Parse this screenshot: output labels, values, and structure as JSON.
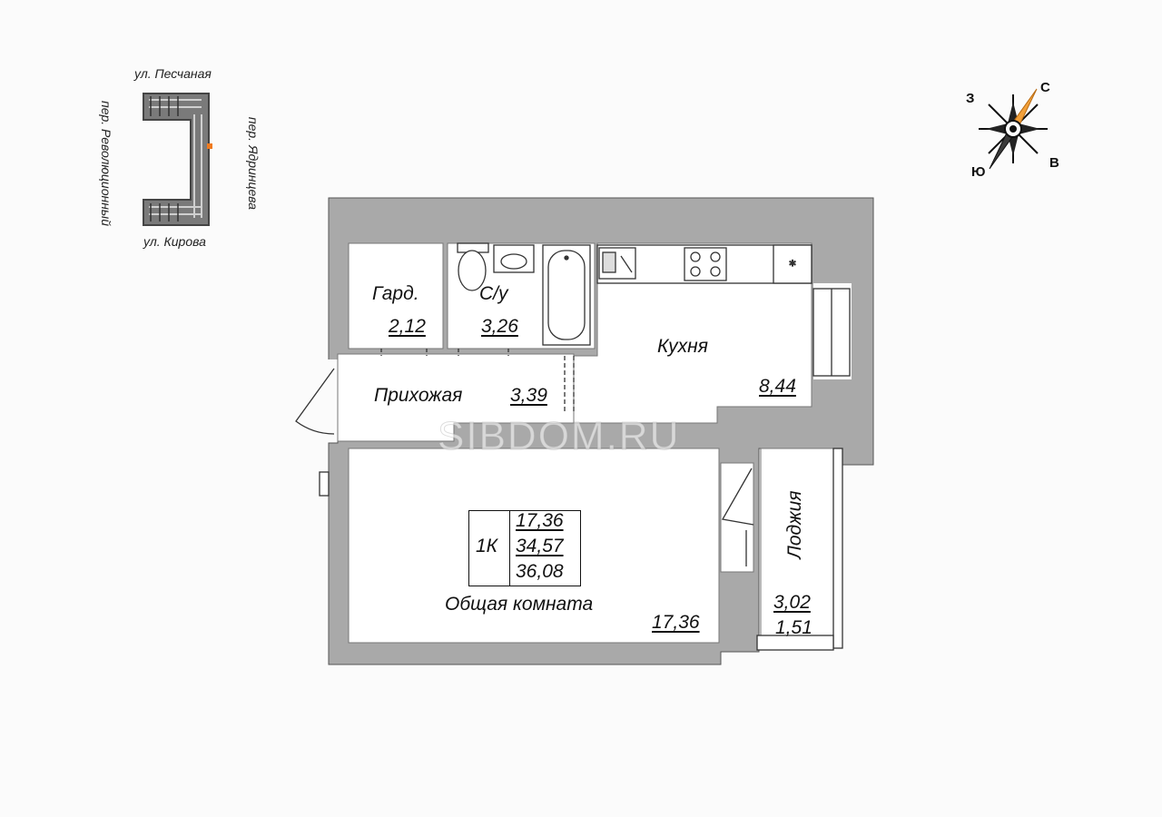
{
  "streets": {
    "north": "ул. Песчаная",
    "south": "ул. Кирова",
    "west": "пер. Революционный",
    "east": "пер. Ядринцева"
  },
  "compass": {
    "north": "С",
    "east": "В",
    "south": "Ю",
    "west": "З"
  },
  "watermark": "SIBDOM.RU",
  "rooms": {
    "wardrobe": {
      "name": "Гард.",
      "area": "2,12"
    },
    "bathroom": {
      "name": "С/у",
      "area": "3,26"
    },
    "kitchen": {
      "name": "Кухня",
      "area": "8,44"
    },
    "hallway": {
      "name": "Прихожая",
      "area": "3,39"
    },
    "living": {
      "name": "Общая комната",
      "area": "17,36"
    },
    "loggia": {
      "name": "Лоджия",
      "area": "3,02",
      "area_reduced": "1,51"
    }
  },
  "summary": {
    "type": "1К",
    "living_area": "17,36",
    "total_area": "34,57",
    "total_with_loggia": "36,08"
  },
  "colors": {
    "wall": "#a9a9a9",
    "floor": "#ffffff",
    "compass_accent": "#f2a03a",
    "marker": "#f07a1e"
  }
}
